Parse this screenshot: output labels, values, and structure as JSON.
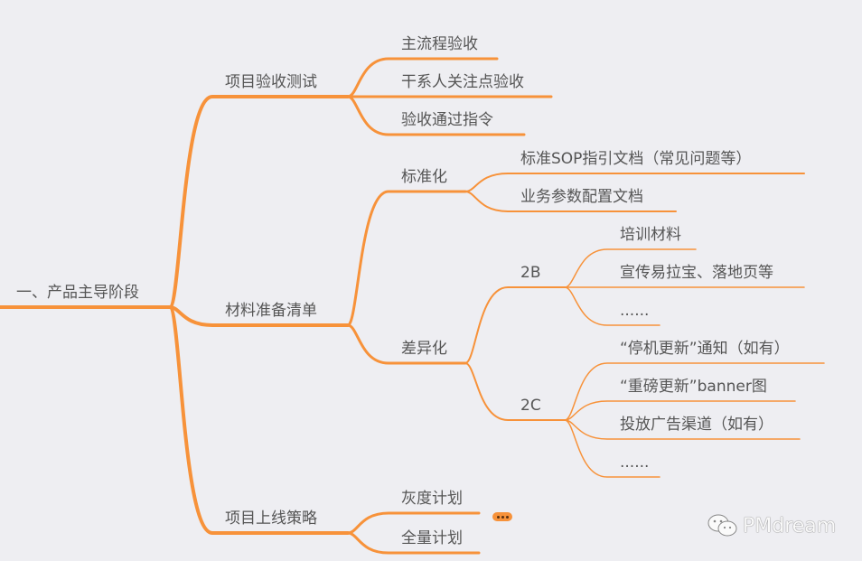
{
  "root": {
    "label": "一、产品主导阶段"
  },
  "branches": [
    {
      "label": "项目验收测试",
      "children": [
        {
          "label": "主流程验收"
        },
        {
          "label": "干系人关注点验收"
        },
        {
          "label": "验收通过指令"
        }
      ]
    },
    {
      "label": "材料准备清单",
      "children": [
        {
          "label": "标准化",
          "children": [
            {
              "label": "标准SOP指引文档（常见问题等）"
            },
            {
              "label": "业务参数配置文档"
            }
          ]
        },
        {
          "label": "差异化",
          "children": [
            {
              "label": "2B",
              "children": [
                {
                  "label": "培训材料"
                },
                {
                  "label": "宣传易拉宝、落地页等"
                },
                {
                  "label": "......"
                }
              ]
            },
            {
              "label": "2C",
              "children": [
                {
                  "label": "“停机更新”通知（如有）"
                },
                {
                  "label": "“重磅更新”banner图"
                },
                {
                  "label": "投放广告渠道（如有）"
                },
                {
                  "label": "......"
                }
              ]
            }
          ]
        }
      ]
    },
    {
      "label": "项目上线策略",
      "children": [
        {
          "label": "灰度计划"
        },
        {
          "label": "全量计划"
        }
      ]
    }
  ],
  "watermark": {
    "text": "PMdream",
    "icon": "wechat-icon"
  },
  "collapsed_indicator": {
    "icon": "more-icon"
  },
  "colors": {
    "line": "#f7923a",
    "text": "#555555",
    "background": "#eeeef2"
  }
}
